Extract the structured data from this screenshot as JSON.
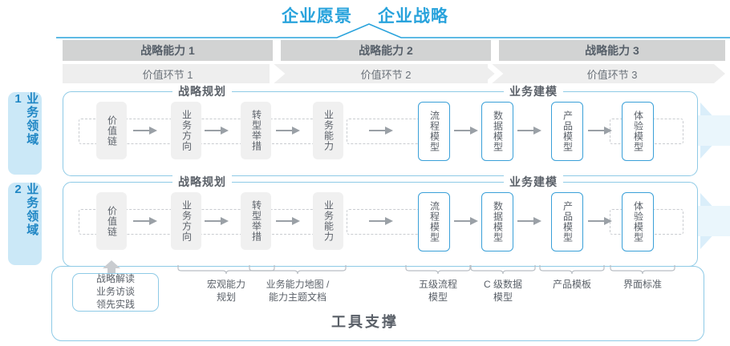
{
  "header": {
    "titles": [
      "企业愿景",
      "企业战略"
    ],
    "accent_color": "#29a3dc"
  },
  "capability_bars": {
    "row_label": "战略能力",
    "items": [
      {
        "label": "战略能力 1"
      },
      {
        "label": "战略能力 2"
      },
      {
        "label": "战略能力 3"
      }
    ],
    "bar_color": "#d2d3d3"
  },
  "value_chain_bars": {
    "items": [
      {
        "label": "价值环节 1"
      },
      {
        "label": "价值环节 2"
      },
      {
        "label": "价值环节 3"
      }
    ],
    "bar_color": "#eeeeee"
  },
  "domains": [
    {
      "tab_label": "业务领域 1",
      "sections": [
        {
          "title": "战略规划",
          "style": "grey",
          "nodes": [
            {
              "label": "价值链"
            },
            {
              "label": "业务方向"
            },
            {
              "label": "转型举措"
            },
            {
              "label": "业务能力"
            }
          ]
        },
        {
          "title": "业务建模",
          "style": "blue",
          "nodes": [
            {
              "label": "流程模型"
            },
            {
              "label": "数据模型"
            },
            {
              "label": "产品模型"
            },
            {
              "label": "体验模型"
            }
          ]
        }
      ]
    },
    {
      "tab_label": "业务领域 2",
      "sections": [
        {
          "title": "战略规划",
          "style": "grey",
          "nodes": [
            {
              "label": "价值链"
            },
            {
              "label": "业务方向"
            },
            {
              "label": "转型举措"
            },
            {
              "label": "业务能力"
            }
          ]
        },
        {
          "title": "业务建模",
          "style": "blue",
          "nodes": [
            {
              "label": "流程模型"
            },
            {
              "label": "数据模型"
            },
            {
              "label": "产品模型"
            },
            {
              "label": "体验模型"
            }
          ]
        }
      ]
    }
  ],
  "deliverables": {
    "strategy_box": "战略解读\n业务访谈\n领先实践",
    "strategy_box_lines": [
      "战略解读",
      "业务访谈",
      "领先实践"
    ],
    "captions": [
      {
        "line1": "宏观能力",
        "line2": "规划"
      },
      {
        "line1": "业务能力地图 /",
        "line2": "能力主题文档"
      },
      {
        "line1": "五级流程",
        "line2": "模型"
      },
      {
        "line1": "C 级数据",
        "line2": "模型"
      },
      {
        "line1": "产品模板",
        "line2": ""
      },
      {
        "line1": "界面标准",
        "line2": ""
      }
    ]
  },
  "tool_support": {
    "title": "工具支撑",
    "border_color": "#8ecae6"
  },
  "colors": {
    "accent_blue": "#29a3dc",
    "panel_border": "#8ecae6",
    "node_blue_border": "#3aa0d8",
    "band_blue": "#eaf6fc",
    "tab_blue": "#cbe8f7",
    "grey_bar": "#d2d3d3",
    "light_grey_bar": "#eeeeee",
    "text_grey": "#5a6068"
  }
}
